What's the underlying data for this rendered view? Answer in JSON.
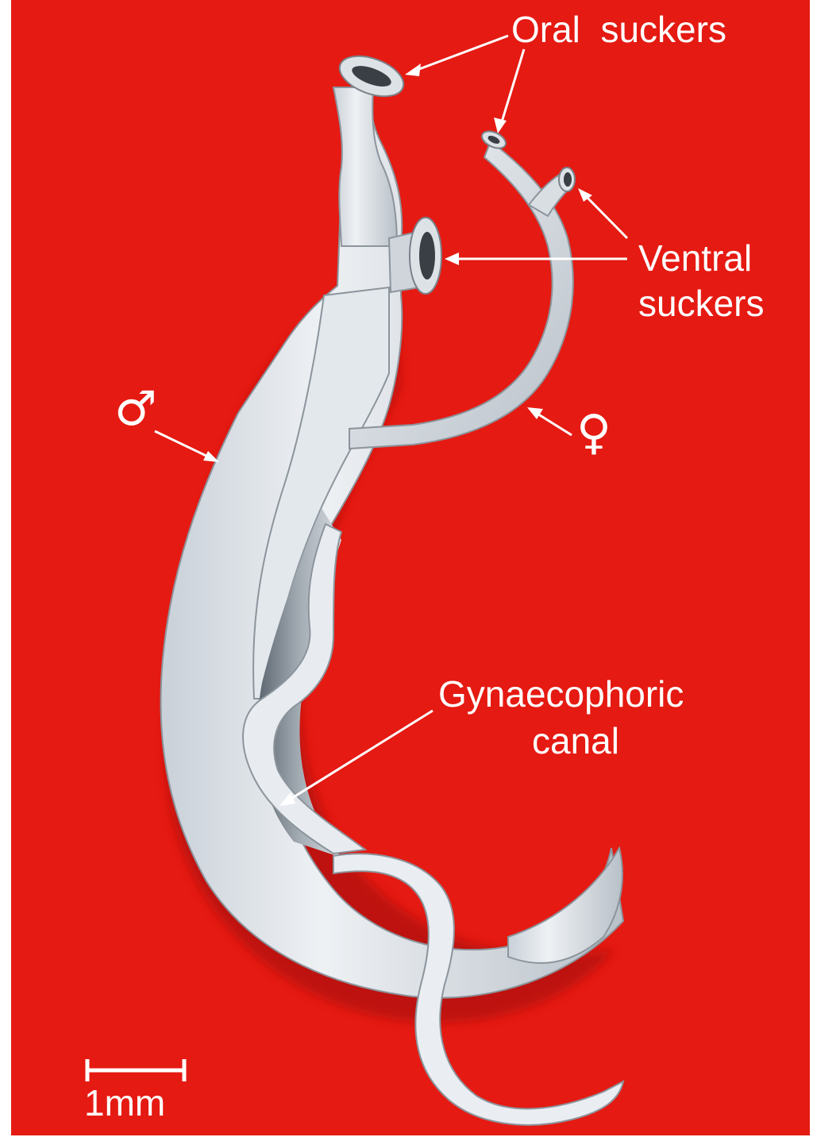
{
  "labels": {
    "oral_suckers": "Oral  suckers",
    "ventral_suckers_line1": "Ventral",
    "ventral_suckers_line2": "suckers",
    "gynaecophoric_line1": "Gynaecophoric",
    "gynaecophoric_line2": "canal",
    "male_symbol": "♂",
    "female_symbol": "♀",
    "scale_bar": "1mm"
  },
  "colors": {
    "background": "#e51a12",
    "worm": "#e4e9ee",
    "worm_shadow": "#9aa2ab",
    "label": "#ffffff"
  }
}
